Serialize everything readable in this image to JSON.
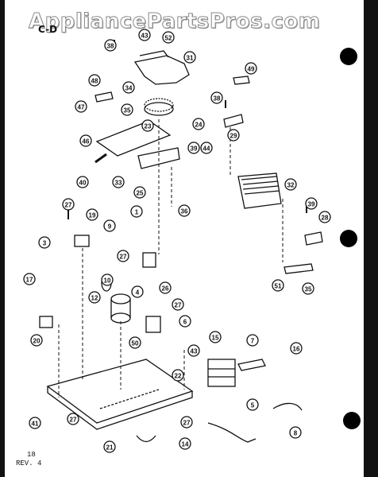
{
  "header": {
    "watermark": "AppliancePartsPros.com",
    "doc_code": "C-D"
  },
  "footer": {
    "page_number": "18",
    "revision": "REV. 4"
  },
  "callouts": [
    {
      "id": "c1",
      "label": "38"
    },
    {
      "id": "c2",
      "label": "43"
    },
    {
      "id": "c3",
      "label": "52"
    },
    {
      "id": "c4",
      "label": "31"
    },
    {
      "id": "c5",
      "label": "48"
    },
    {
      "id": "c6",
      "label": "49"
    },
    {
      "id": "c7",
      "label": "34"
    },
    {
      "id": "c8",
      "label": "35"
    },
    {
      "id": "c9",
      "label": "47"
    },
    {
      "id": "c10",
      "label": "23"
    },
    {
      "id": "c11",
      "label": "24"
    },
    {
      "id": "c12",
      "label": "39"
    },
    {
      "id": "c13",
      "label": "44"
    },
    {
      "id": "c14",
      "label": "46"
    },
    {
      "id": "c15",
      "label": "33"
    },
    {
      "id": "c16",
      "label": "40"
    },
    {
      "id": "c17",
      "label": "25"
    },
    {
      "id": "c18",
      "label": "1"
    },
    {
      "id": "c19",
      "label": "36"
    },
    {
      "id": "c20",
      "label": "38"
    },
    {
      "id": "c21",
      "label": "29"
    },
    {
      "id": "c22",
      "label": "32"
    },
    {
      "id": "c23",
      "label": "39"
    },
    {
      "id": "c24",
      "label": "28"
    },
    {
      "id": "c25",
      "label": "27"
    },
    {
      "id": "c26",
      "label": "19"
    },
    {
      "id": "c27",
      "label": "9"
    },
    {
      "id": "c28",
      "label": "3"
    },
    {
      "id": "c29",
      "label": "27"
    },
    {
      "id": "c30",
      "label": "17"
    },
    {
      "id": "c31",
      "label": "10"
    },
    {
      "id": "c32",
      "label": "4"
    },
    {
      "id": "c33",
      "label": "12"
    },
    {
      "id": "c34",
      "label": "26"
    },
    {
      "id": "c35",
      "label": "27"
    },
    {
      "id": "c36",
      "label": "6"
    },
    {
      "id": "c37",
      "label": "51"
    },
    {
      "id": "c38",
      "label": "35"
    },
    {
      "id": "c39",
      "label": "20"
    },
    {
      "id": "c40",
      "label": "50"
    },
    {
      "id": "c41",
      "label": "43"
    },
    {
      "id": "c42",
      "label": "15"
    },
    {
      "id": "c43",
      "label": "7"
    },
    {
      "id": "c44",
      "label": "16"
    },
    {
      "id": "c45",
      "label": "22"
    },
    {
      "id": "c46",
      "label": "41"
    },
    {
      "id": "c47",
      "label": "27"
    },
    {
      "id": "c48",
      "label": "27"
    },
    {
      "id": "c49",
      "label": "21"
    },
    {
      "id": "c50",
      "label": "14"
    },
    {
      "id": "c51",
      "label": "5"
    },
    {
      "id": "c52",
      "label": "8"
    }
  ]
}
